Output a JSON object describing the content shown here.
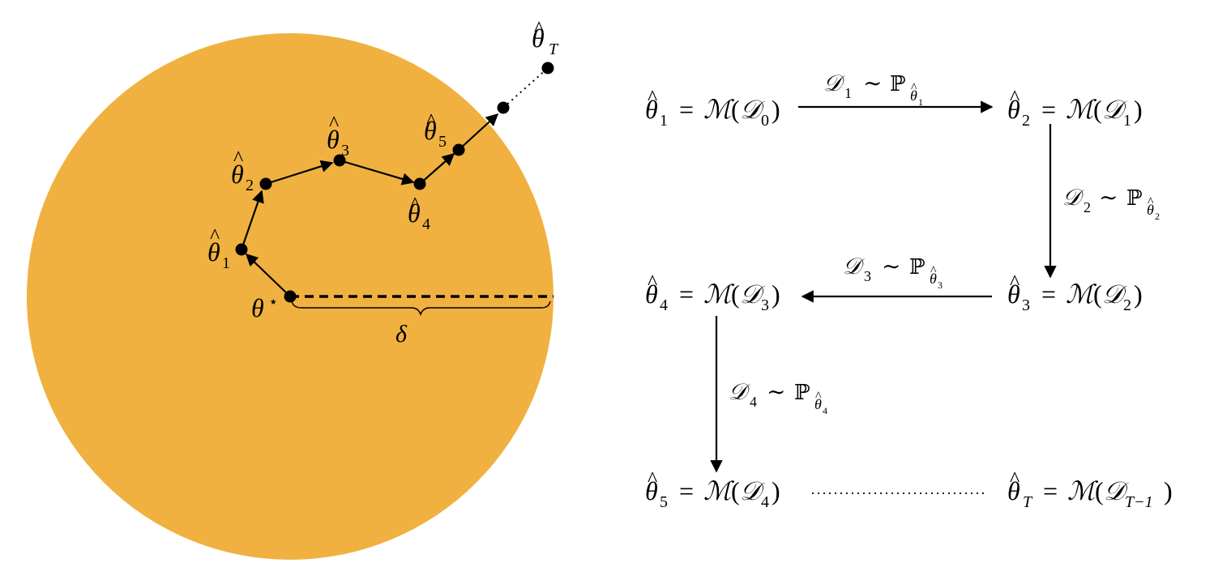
{
  "colors": {
    "disk": "#F0B140",
    "ink": "#000000",
    "background": "#FFFFFF"
  },
  "left_panel": {
    "true_param": {
      "symbol": "θ",
      "superscript": "⋆"
    },
    "radius_label": "δ",
    "iterates": [
      {
        "sub": "1"
      },
      {
        "sub": "2"
      },
      {
        "sub": "3"
      },
      {
        "sub": "4"
      },
      {
        "sub": "5"
      },
      {
        "sub": "T"
      }
    ]
  },
  "right_panel": {
    "nodes": [
      {
        "sub": "1",
        "data_sub": "0"
      },
      {
        "sub": "2",
        "data_sub": "1"
      },
      {
        "sub": "3",
        "data_sub": "2"
      },
      {
        "sub": "4",
        "data_sub": "3"
      },
      {
        "sub": "5",
        "data_sub": "4"
      },
      {
        "sub": "T",
        "data_sub": "T−1"
      }
    ],
    "edges": [
      {
        "data_sub": "1",
        "theta_sub": "1"
      },
      {
        "data_sub": "2",
        "theta_sub": "2"
      },
      {
        "data_sub": "3",
        "theta_sub": "3"
      },
      {
        "data_sub": "4",
        "theta_sub": "4"
      }
    ],
    "symbols": {
      "theta": "θ",
      "hat": "^",
      "equals": "=",
      "model": "ℳ",
      "dataset": "𝒟",
      "sim": "∼",
      "prob": "ℙ",
      "lparen": "(",
      "rparen": ")"
    }
  }
}
